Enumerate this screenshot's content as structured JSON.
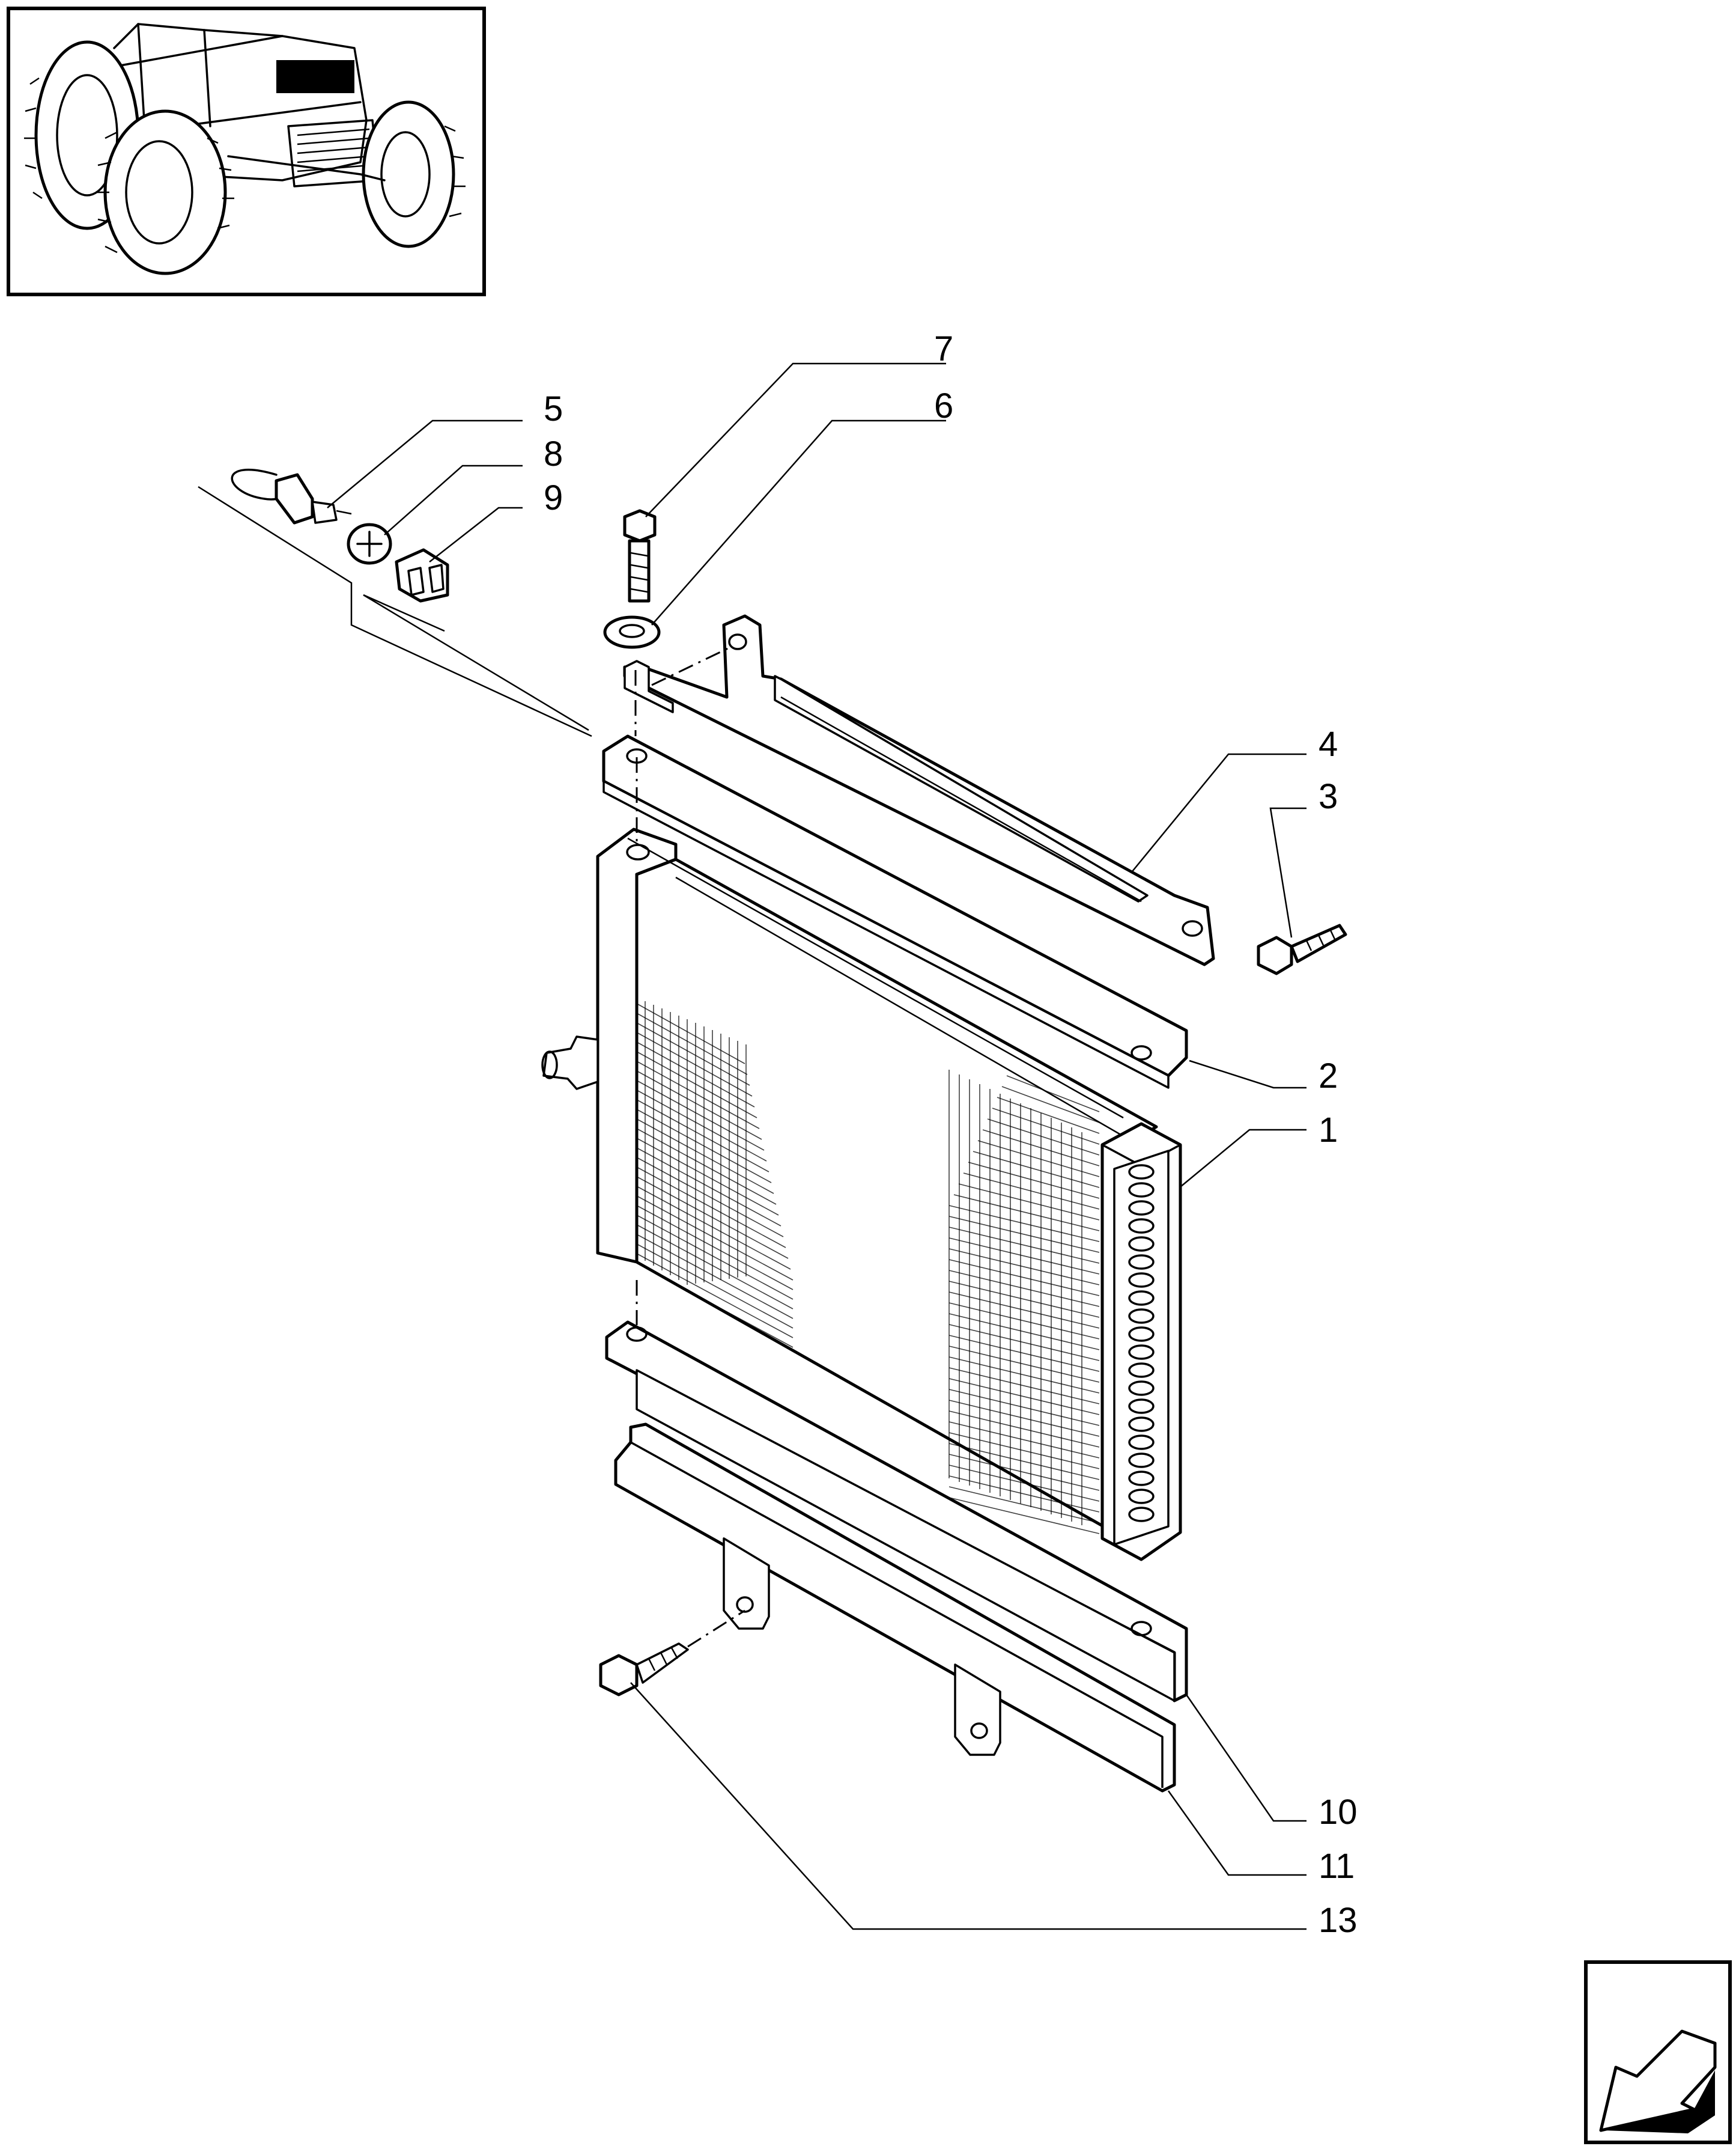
{
  "callouts": [
    {
      "id": "1",
      "label": "1"
    },
    {
      "id": "2",
      "label": "2"
    },
    {
      "id": "3",
      "label": "3"
    },
    {
      "id": "4",
      "label": "4"
    },
    {
      "id": "5",
      "label": "5"
    },
    {
      "id": "6",
      "label": "6"
    },
    {
      "id": "7",
      "label": "7"
    },
    {
      "id": "8",
      "label": "8"
    },
    {
      "id": "9",
      "label": "9"
    },
    {
      "id": "10",
      "label": "10"
    },
    {
      "id": "11",
      "label": "11"
    },
    {
      "id": "13",
      "label": "13"
    }
  ],
  "icons": {
    "thumbnail": "tractor-thumbnail-icon",
    "navigation": "next-page-arrow-icon"
  }
}
